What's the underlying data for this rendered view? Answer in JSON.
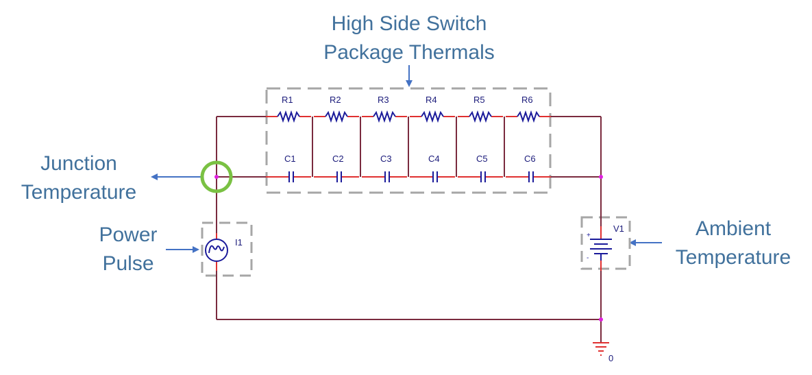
{
  "callouts": {
    "package_line1": "High Side Switch",
    "package_line2": "Package Thermals",
    "junction_line1": "Junction",
    "junction_line2": "Temperature",
    "power_line1": "Power",
    "power_line2": "Pulse",
    "ambient_line1": "Ambient",
    "ambient_line2": "Temperature"
  },
  "components": {
    "resistors": [
      "R1",
      "R2",
      "R3",
      "R4",
      "R5",
      "R6"
    ],
    "capacitors": [
      "C1",
      "C2",
      "C3",
      "C4",
      "C5",
      "C6"
    ],
    "current_source": "I1",
    "voltage_source": "V1",
    "ground": "0"
  },
  "colors": {
    "wire": "#7a2a3e",
    "lead": "#e03030",
    "part": "#1a1a9a",
    "node": "#e020e0",
    "callout_text": "#41719c",
    "arrow": "#4472c4",
    "dashed_box": "#a6a6a6",
    "highlight": "#7ac143"
  }
}
